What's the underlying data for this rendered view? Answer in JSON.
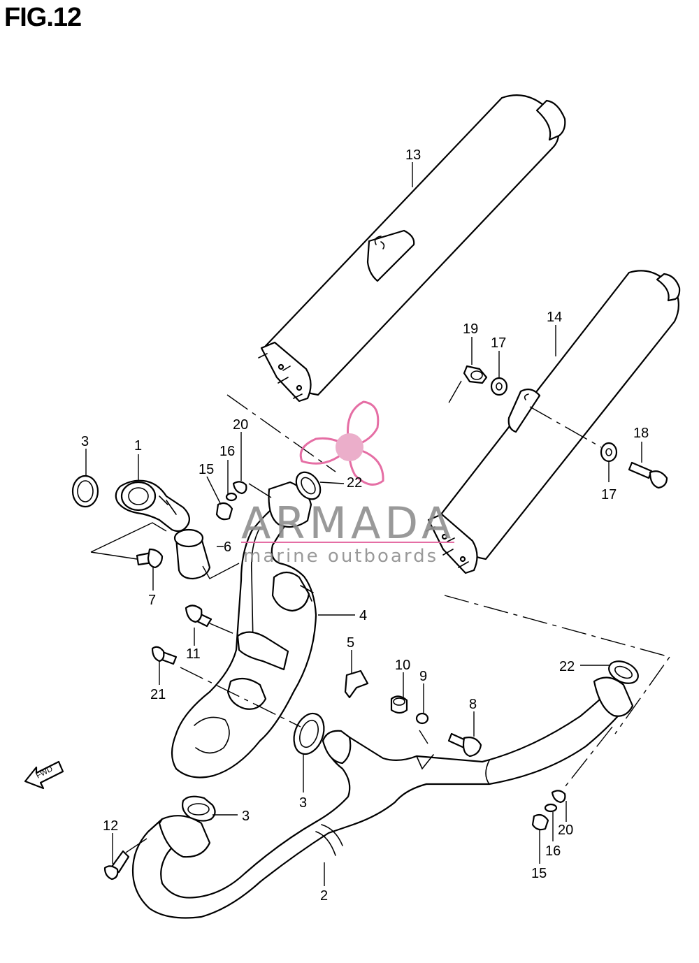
{
  "figure": {
    "title": "FIG.12"
  },
  "watermark": {
    "brand": "ARMADA",
    "tagline": "marine outboards",
    "accent_color": "#e35f9b"
  },
  "fwd_marker": {
    "label": "FWD",
    "icon": "fwd-arrow-icon"
  },
  "callouts": {
    "c1": "1",
    "c2": "2",
    "c3a": "3",
    "c3b": "3",
    "c3c": "3",
    "c4": "4",
    "c5": "5",
    "c6": "6",
    "c7": "7",
    "c8": "8",
    "c9": "9",
    "c10": "10",
    "c11": "11",
    "c12": "12",
    "c13": "13",
    "c14": "14",
    "c15a": "15",
    "c15b": "15",
    "c16a": "16",
    "c16b": "16",
    "c17a": "17",
    "c17b": "17",
    "c18": "18",
    "c19": "19",
    "c20a": "20",
    "c20b": "20",
    "c21": "21",
    "c22a": "22",
    "c22b": "22"
  }
}
